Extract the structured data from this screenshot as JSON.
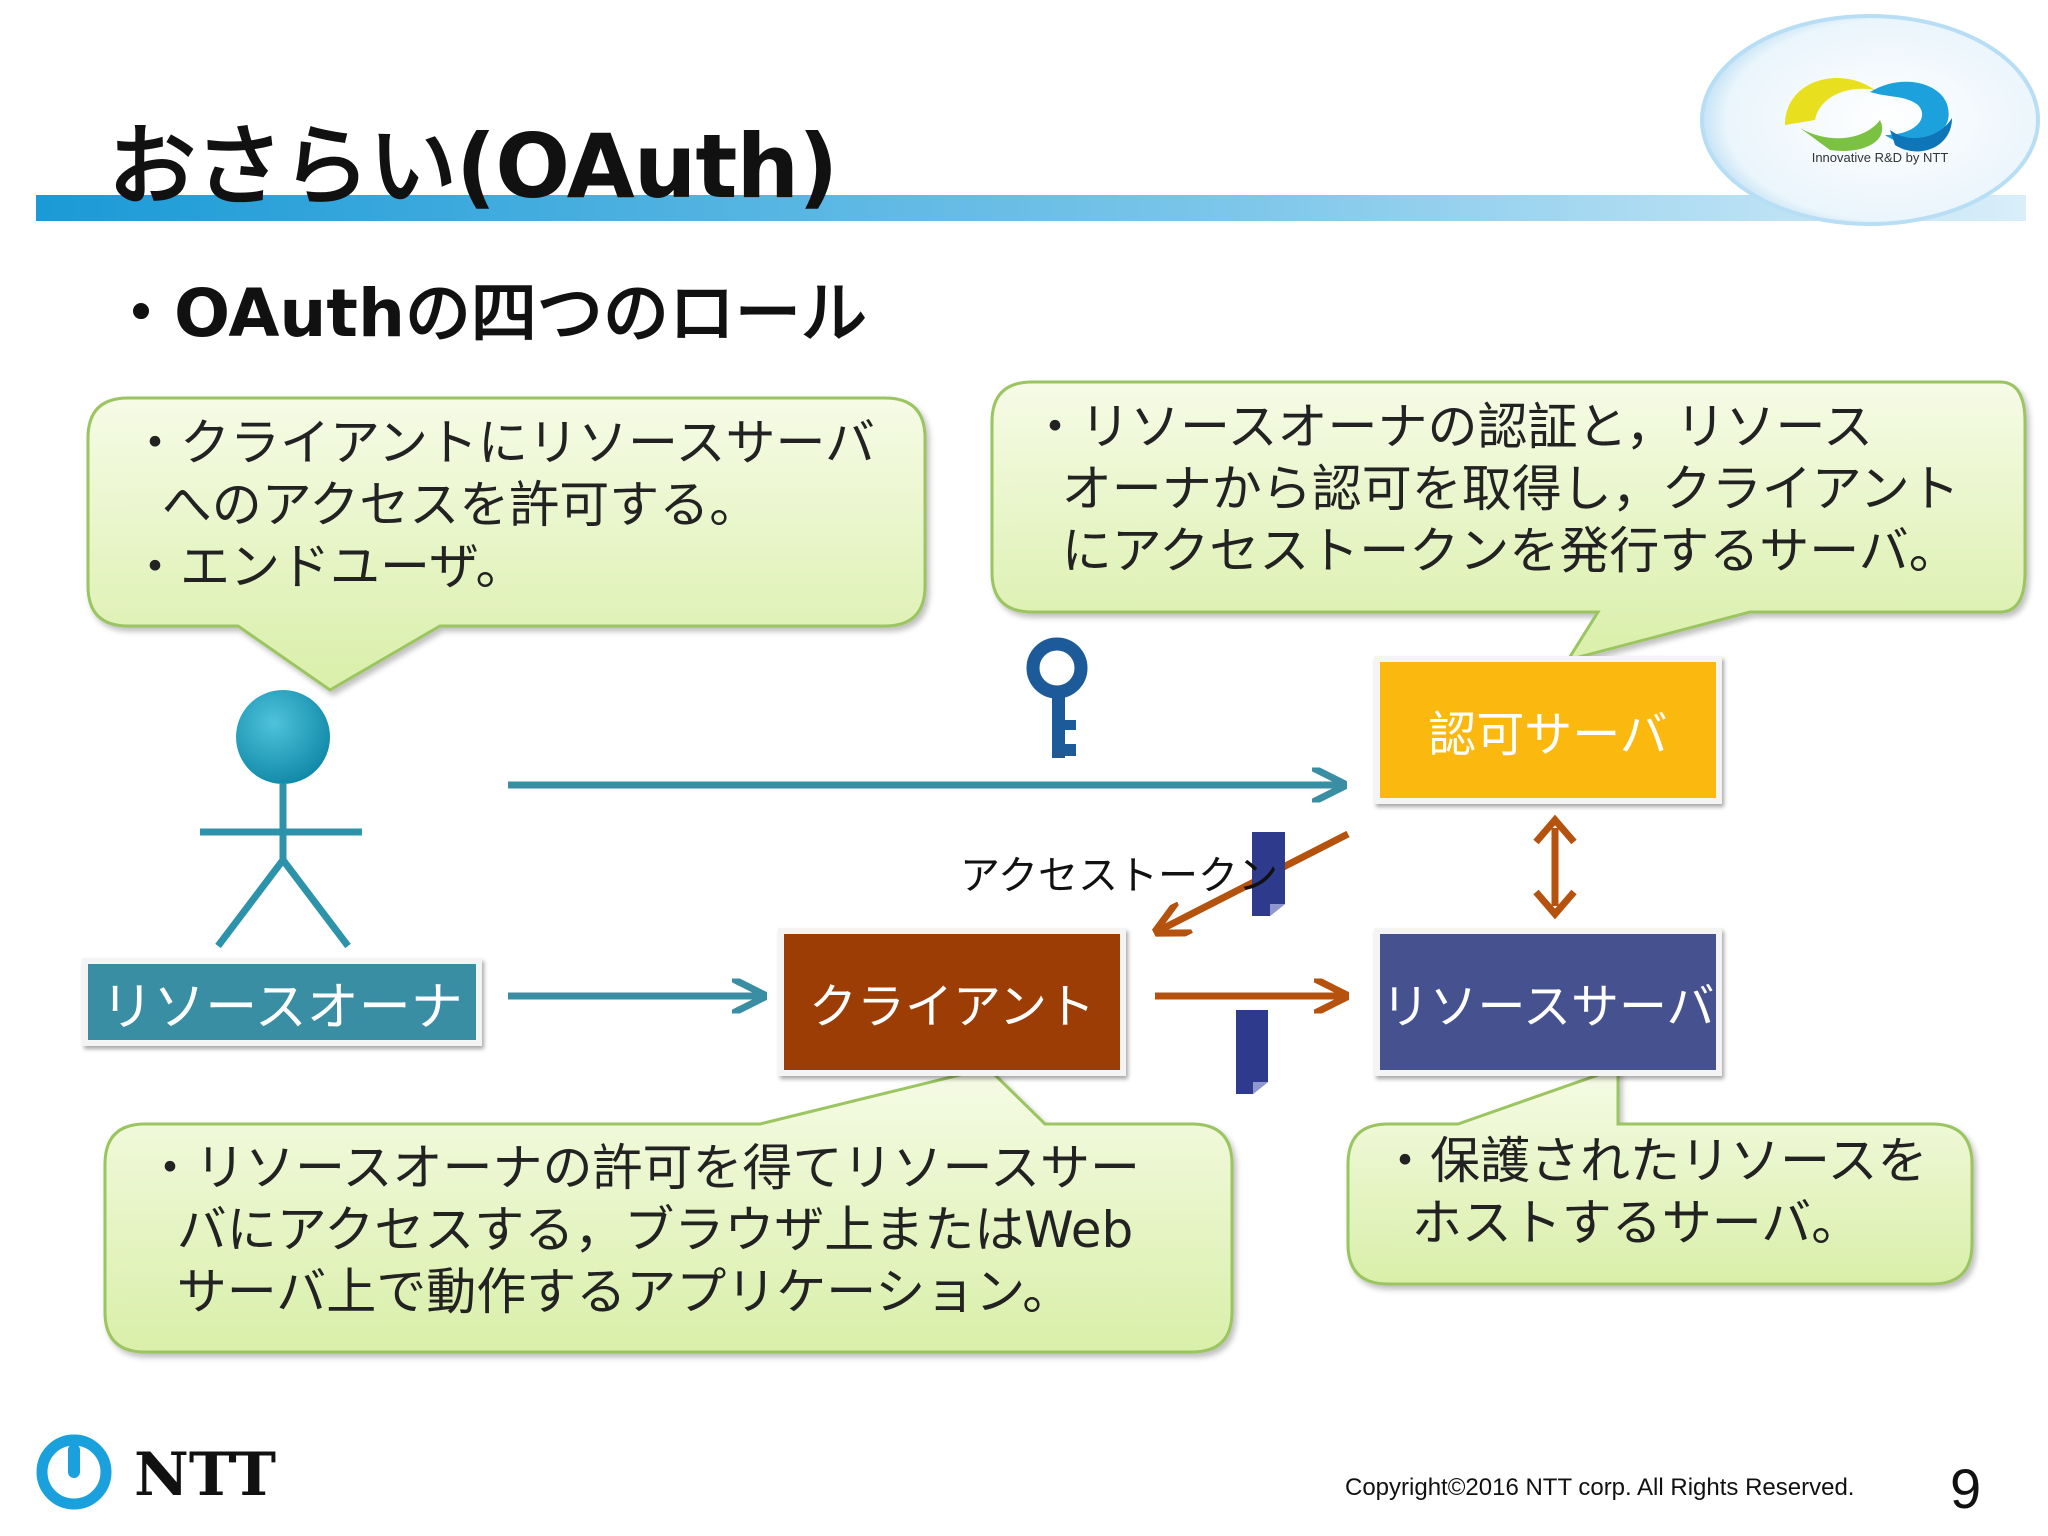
{
  "header": {
    "title": "おさらい(OAuth)",
    "logo_tagline": "Innovative R&D by NTT"
  },
  "heading": "・OAuthの四つのロール",
  "callouts": {
    "owner": "・クライアントにリソースサーバ\n  へのアクセスを許可する。\n・エンドユーザ。",
    "authz": "・リソースオーナの認証と，リソース\n  オーナから認可を取得し，クライアント\n  にアクセストークンを発行するサーバ。",
    "client": "・リソースオーナの許可を得てリソースサー\n  バにアクセスする，ブラウザ上またはWeb\n  サーバ上で動作するアプリケーション。",
    "resource": "・保護されたリソースを\n  ホストするサーバ。"
  },
  "roles": {
    "authz_server": "認可サーバ",
    "client": "クライアント",
    "resource_server": "リソースサーバ",
    "resource_owner": "リソースオーナ"
  },
  "token_label": "アクセストークン",
  "footer": {
    "brand": "NTT",
    "copyright": "Copyright©2016  NTT corp. All Rights Reserved.",
    "page_number": "9"
  },
  "colors": {
    "teal_arrow": "#3a8ea3",
    "brown_arrow": "#b5530e",
    "callout_fill": "#e8f6c4",
    "callout_border": "#9bc560",
    "authz_box": "#fbb80f",
    "client_box": "#9c3d06",
    "resource_box": "#46528f",
    "owner_box": "#3a8ea3",
    "token": "#2e3a8c",
    "key": "#2e6da8"
  },
  "icons": [
    "key-icon",
    "access-token-icon",
    "stick-figure-icon",
    "ntt-logo-icon"
  ]
}
